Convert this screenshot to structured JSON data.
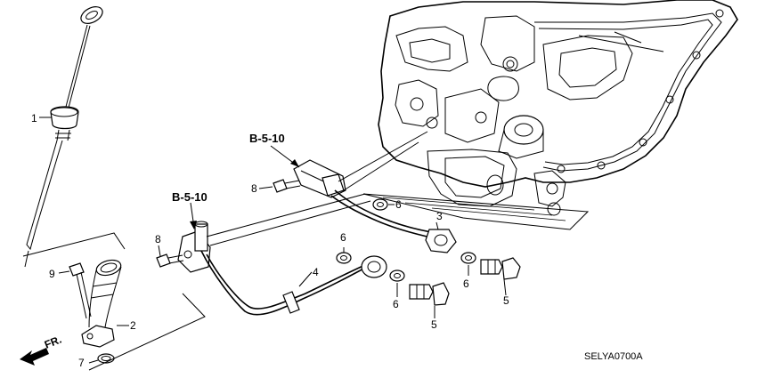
{
  "callouts": {
    "c1": "1",
    "c2": "2",
    "c3": "3",
    "c4": "4",
    "c5a": "5",
    "c5b": "5",
    "c6a": "6",
    "c6b": "6",
    "c6c": "6",
    "c6d": "6",
    "c7": "7",
    "c8a": "8",
    "c8b": "8",
    "c9": "9"
  },
  "refs": {
    "upper": "B-5-10",
    "lower": "B-5-10"
  },
  "front_label": "FR.",
  "diagram_code": "SELYA0700A"
}
